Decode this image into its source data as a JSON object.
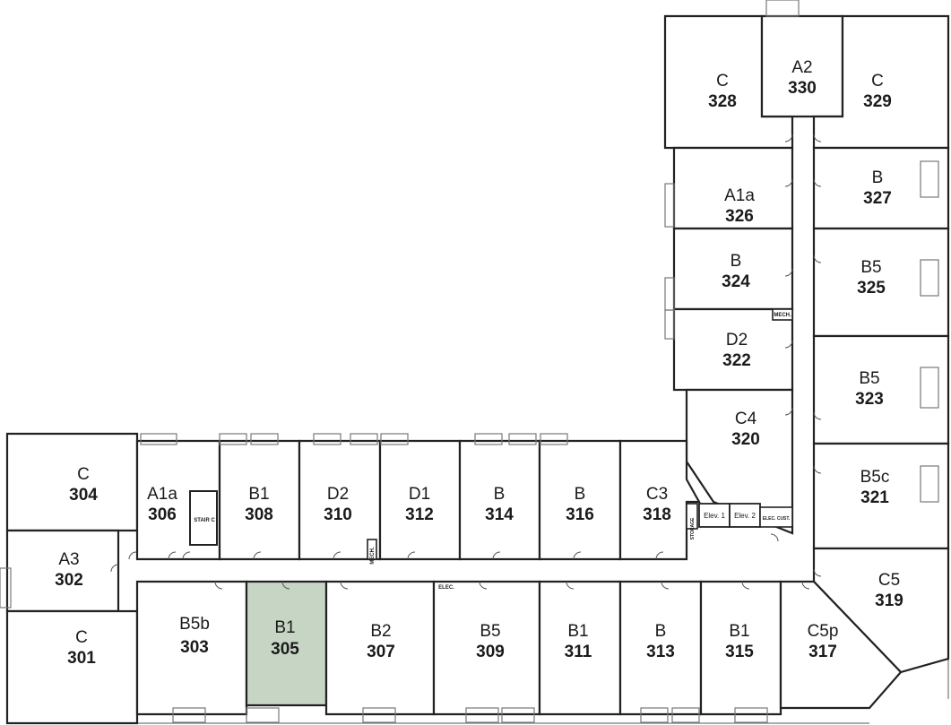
{
  "highlight": {
    "unit": "305",
    "color": "#c7d6c4"
  },
  "units": {
    "u301": {
      "type": "C",
      "number": "301"
    },
    "u302": {
      "type": "A3",
      "number": "302"
    },
    "u303": {
      "type": "B5b",
      "number": "303"
    },
    "u304": {
      "type": "C",
      "number": "304"
    },
    "u305": {
      "type": "B1",
      "number": "305"
    },
    "u306": {
      "type": "A1a",
      "number": "306"
    },
    "u307": {
      "type": "B2",
      "number": "307"
    },
    "u308": {
      "type": "B1",
      "number": "308"
    },
    "u309": {
      "type": "B5",
      "number": "309"
    },
    "u310": {
      "type": "D2",
      "number": "310"
    },
    "u311": {
      "type": "B1",
      "number": "311"
    },
    "u312": {
      "type": "D1",
      "number": "312"
    },
    "u313": {
      "type": "B",
      "number": "313"
    },
    "u314": {
      "type": "B",
      "number": "314"
    },
    "u315": {
      "type": "B1",
      "number": "315"
    },
    "u316": {
      "type": "B",
      "number": "316"
    },
    "u317": {
      "type": "C5p",
      "number": "317"
    },
    "u318": {
      "type": "C3",
      "number": "318"
    },
    "u319": {
      "type": "C5",
      "number": "319"
    },
    "u320": {
      "type": "C4",
      "number": "320"
    },
    "u321": {
      "type": "B5c",
      "number": "321"
    },
    "u322": {
      "type": "D2",
      "number": "322"
    },
    "u323": {
      "type": "B5",
      "number": "323"
    },
    "u324": {
      "type": "B",
      "number": "324"
    },
    "u325": {
      "type": "B5",
      "number": "325"
    },
    "u326": {
      "type": "A1a",
      "number": "326"
    },
    "u327": {
      "type": "B",
      "number": "327"
    },
    "u328": {
      "type": "C",
      "number": "328"
    },
    "u329": {
      "type": "C",
      "number": "329"
    },
    "u330": {
      "type": "A2",
      "number": "330"
    }
  },
  "service_labels": {
    "stair_c": "STAIR C",
    "mech_1": "MECH.",
    "mech_2": "MECH.",
    "elec": "ELEC.",
    "storage": "STORAGE",
    "elev1": "Elev. 1",
    "elev2": "Elev. 2",
    "elec_cust": "ELEC. CUST."
  }
}
